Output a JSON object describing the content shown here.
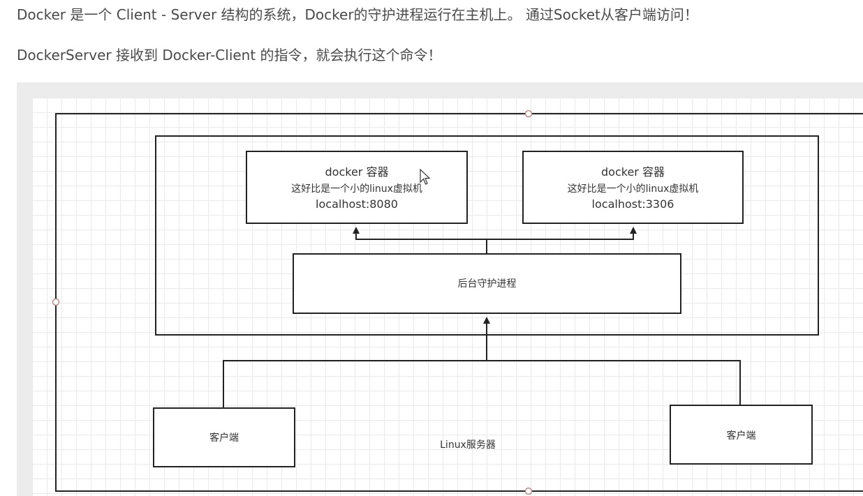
{
  "intro": {
    "line1": "Docker 是一个 Client - Server 结构的系统，Docker的守护进程运行在主机上。 通过Socket从客户端访问！",
    "line2": "DockerServer 接收到 Docker-Client 的指令，就会执行这个命令！"
  },
  "diagram": {
    "server_label": "Linux服务器",
    "daemon_label": "后台守护进程",
    "containers": [
      {
        "title": "docker 容器",
        "desc": "这好比是一个小的linux虚拟机",
        "address": "localhost:8080"
      },
      {
        "title": "docker 容器",
        "desc": "这好比是一个小的linux虚拟机",
        "address": "localhost:3306"
      }
    ],
    "clients": [
      {
        "label": "客户端"
      },
      {
        "label": "客户端"
      }
    ]
  },
  "colors": {
    "line": "#222222",
    "text": "#333333",
    "para_text": "#4a4a4a",
    "canvas_bg": "#ececec",
    "grid": "#e9e9e9",
    "handle": "#b88a8a"
  }
}
